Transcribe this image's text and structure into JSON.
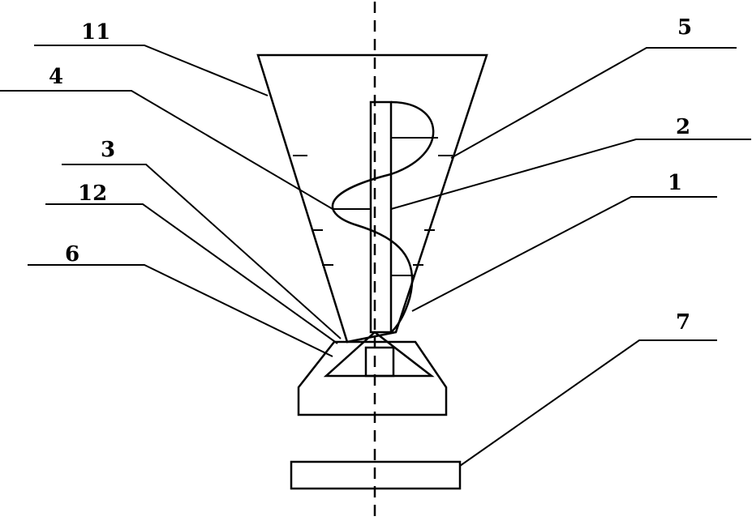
{
  "callouts": {
    "label_11": "11",
    "label_4": "4",
    "label_3": "3",
    "label_12": "12",
    "label_6": "6",
    "label_5": "5",
    "label_2": "2",
    "label_1": "1",
    "label_7": "7"
  },
  "colors": {
    "stroke": "#000000",
    "background": "#ffffff"
  }
}
